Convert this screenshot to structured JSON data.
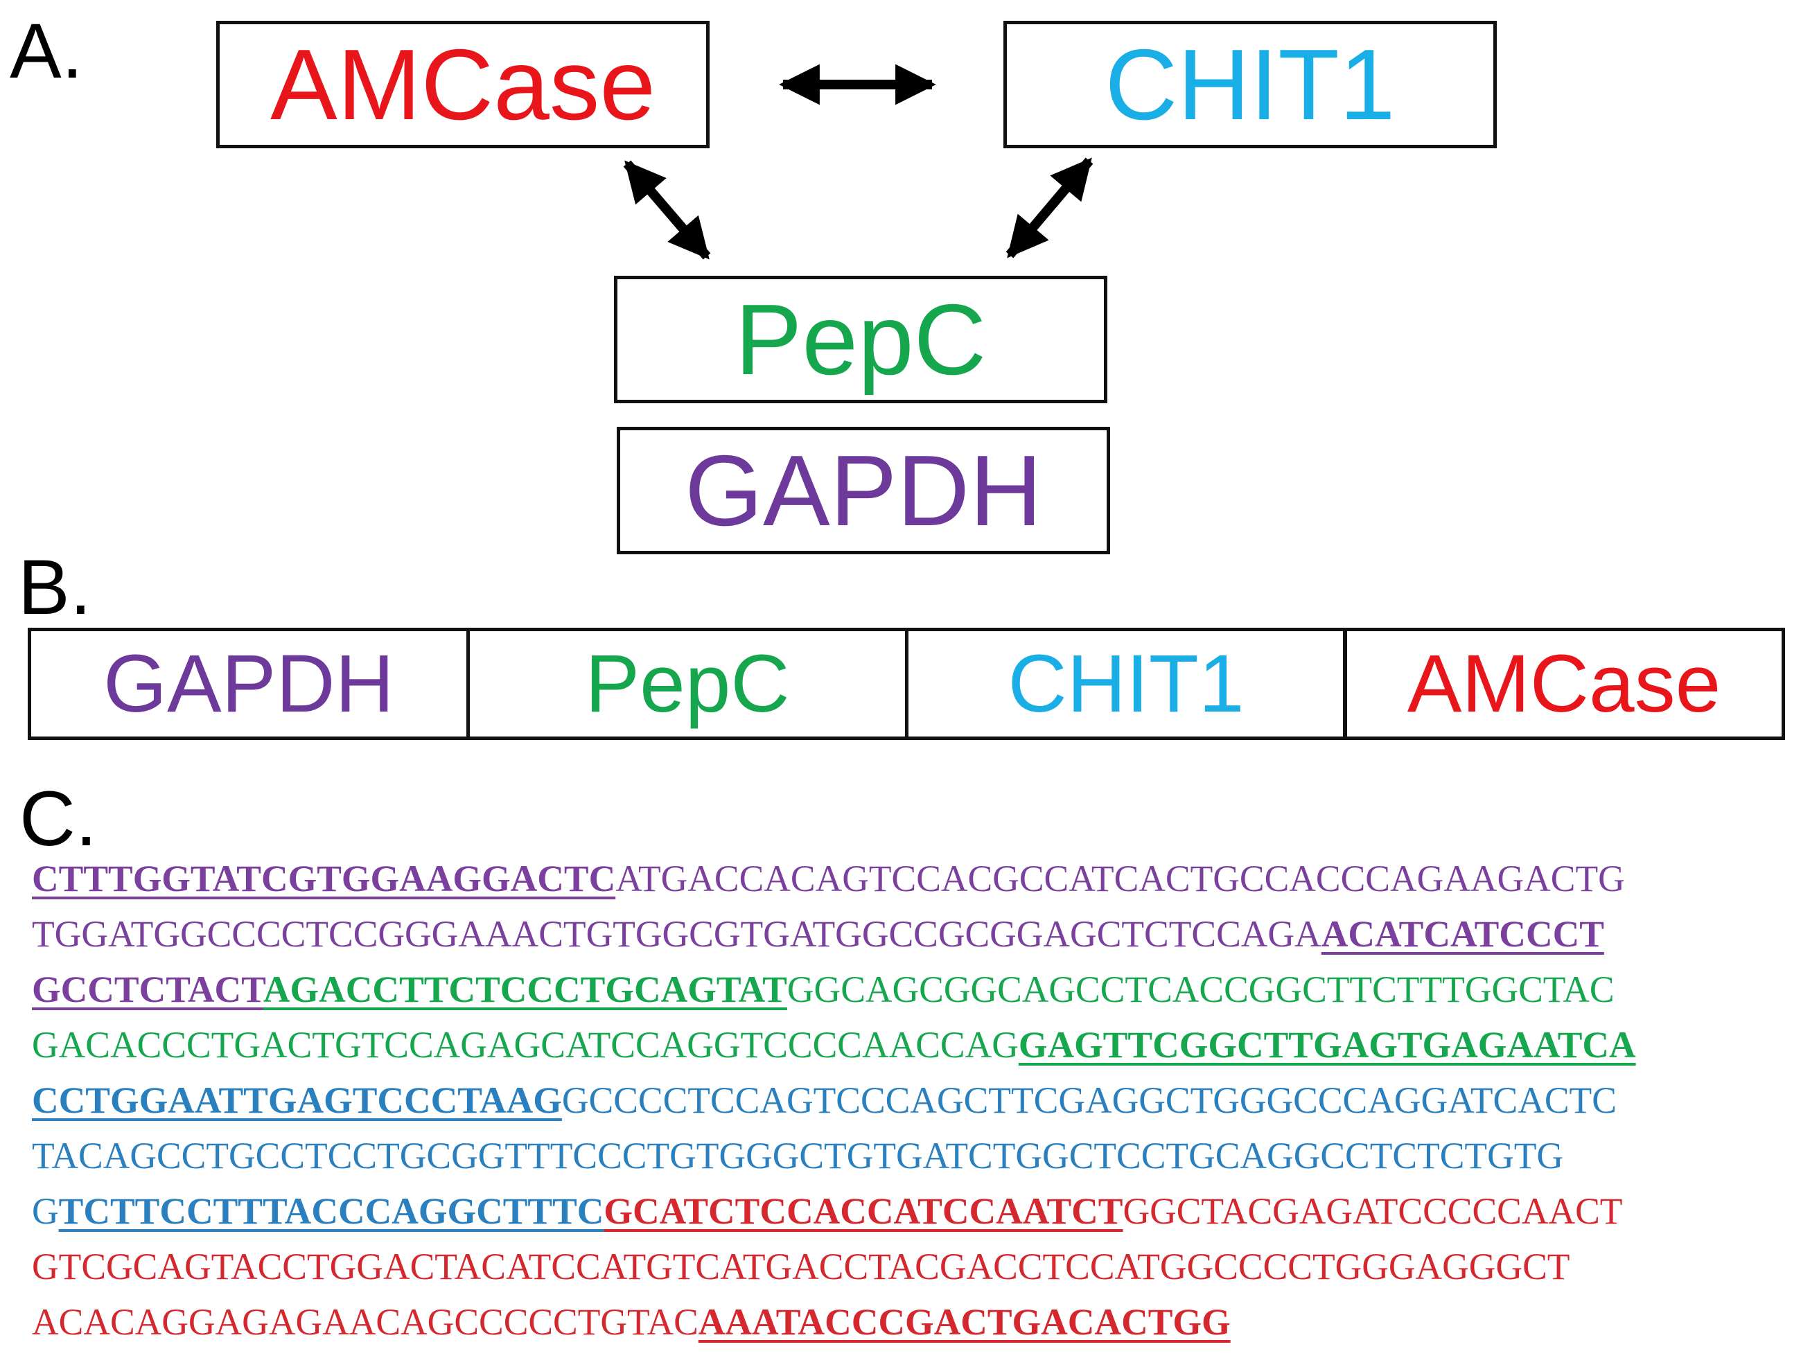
{
  "colors": {
    "amcase": "#e8161b",
    "chit1": "#1aaee6",
    "pepc": "#16a74e",
    "gapdh": "#6d3a9c",
    "chit1_seq": "#2a7fbf",
    "amcase_seq": "#d4272e",
    "pepc_seq": "#16a74e",
    "gapdh_seq": "#7b3f9e"
  },
  "panel_a": {
    "label": "A.",
    "boxes": {
      "amcase": "AMCase",
      "chit1": "CHIT1",
      "pepc": "PepC",
      "gapdh": "GAPDH"
    }
  },
  "panel_b": {
    "label": "B.",
    "boxes": [
      "GAPDH",
      "PepC",
      "CHIT1",
      "AMCase"
    ]
  },
  "panel_c": {
    "label": "C.",
    "lines": [
      [
        {
          "text": "CTTTGGTATCGTGGAAGGACTC",
          "c": "gapdh_seq",
          "p": true
        },
        {
          "text": "ATGACCACAGTCCACGCCATCACTGCCACCCAGAAGACTG",
          "c": "gapdh_seq",
          "p": false
        }
      ],
      [
        {
          "text": "TGGATGGCCCCTCCGGGAAACTGTGGCGTGATGGCCGCGGAGCTCTCCAGA",
          "c": "gapdh_seq",
          "p": false
        },
        {
          "text": "ACATCATCCCT",
          "c": "gapdh_seq",
          "p": true
        }
      ],
      [
        {
          "text": "GCCTCTACT",
          "c": "gapdh_seq",
          "p": true
        },
        {
          "text": "AGACCTTCTCCCTGCAGTAT",
          "c": "pepc_seq",
          "p": true
        },
        {
          "text": "GGCAGCGGCAGCCTCACCGGCTTCTTTGGCTAC",
          "c": "pepc_seq",
          "p": false
        }
      ],
      [
        {
          "text": "GACACCCTGACTGTCCAGAGCATCCAGGTCCCCAACCAG",
          "c": "pepc_seq",
          "p": false
        },
        {
          "text": "GAGTTCGGCTTGAGTGAGAATCA",
          "c": "pepc_seq",
          "p": true
        }
      ],
      [
        {
          "text": "CCTGGAATTGAGTCCCTAAG",
          "c": "chit1_seq",
          "p": true
        },
        {
          "text": "GCCCCTCCAGTCCCAGCTTCGAGGCTGGGCCCAGGATCACTC",
          "c": "chit1_seq",
          "p": false
        }
      ],
      [
        {
          "text": "TACAGCCTGCCTCCTGCGGTTTCCCTGTGGGCTGTGATCTGGCTCCTGCAGGCCTCTCTGTG",
          "c": "chit1_seq",
          "p": false
        }
      ],
      [
        {
          "text": "G",
          "c": "chit1_seq",
          "p": false
        },
        {
          "text": "TCTTCCTTTACCCAGGCTTTC",
          "c": "chit1_seq",
          "p": true
        },
        {
          "text": "GCATCTCCACCATCCAATCT",
          "c": "amcase_seq",
          "p": true
        },
        {
          "text": "GGCTACGAGATCCCCCAACT",
          "c": "amcase_seq",
          "p": false
        }
      ],
      [
        {
          "text": "GTCGCAGTACCTGGACTACATCCATGTCATGACCTACGACCTCCATGGCCCCTGGGAGGGCT",
          "c": "amcase_seq",
          "p": false
        }
      ],
      [
        {
          "text": "ACACAGGAGAGAACAGCCCCCTGTAC",
          "c": "amcase_seq",
          "p": false
        },
        {
          "text": "AAATACCCGACTGACACTGG",
          "c": "amcase_seq",
          "p": true
        }
      ]
    ]
  }
}
